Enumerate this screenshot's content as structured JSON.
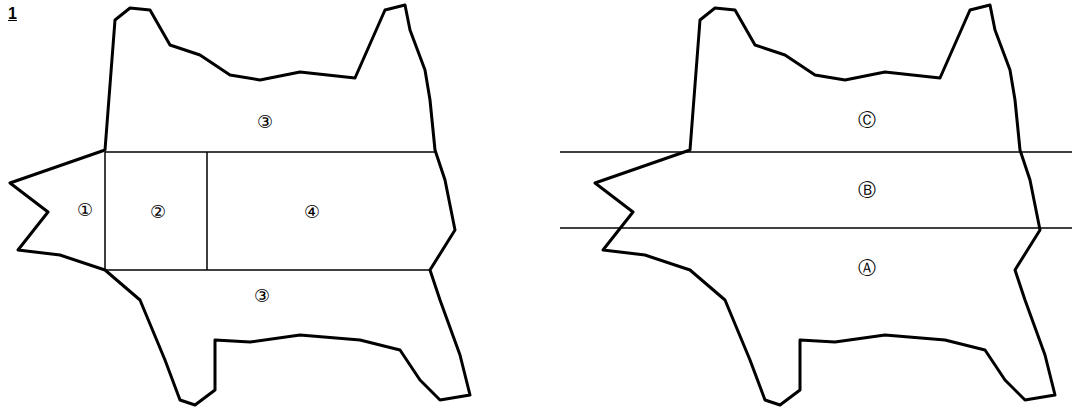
{
  "diagram": {
    "labels": [
      "1",
      "③",
      "①",
      "②",
      "④",
      "③",
      "Ⓒ",
      "Ⓑ",
      "Ⓐ"
    ]
  }
}
